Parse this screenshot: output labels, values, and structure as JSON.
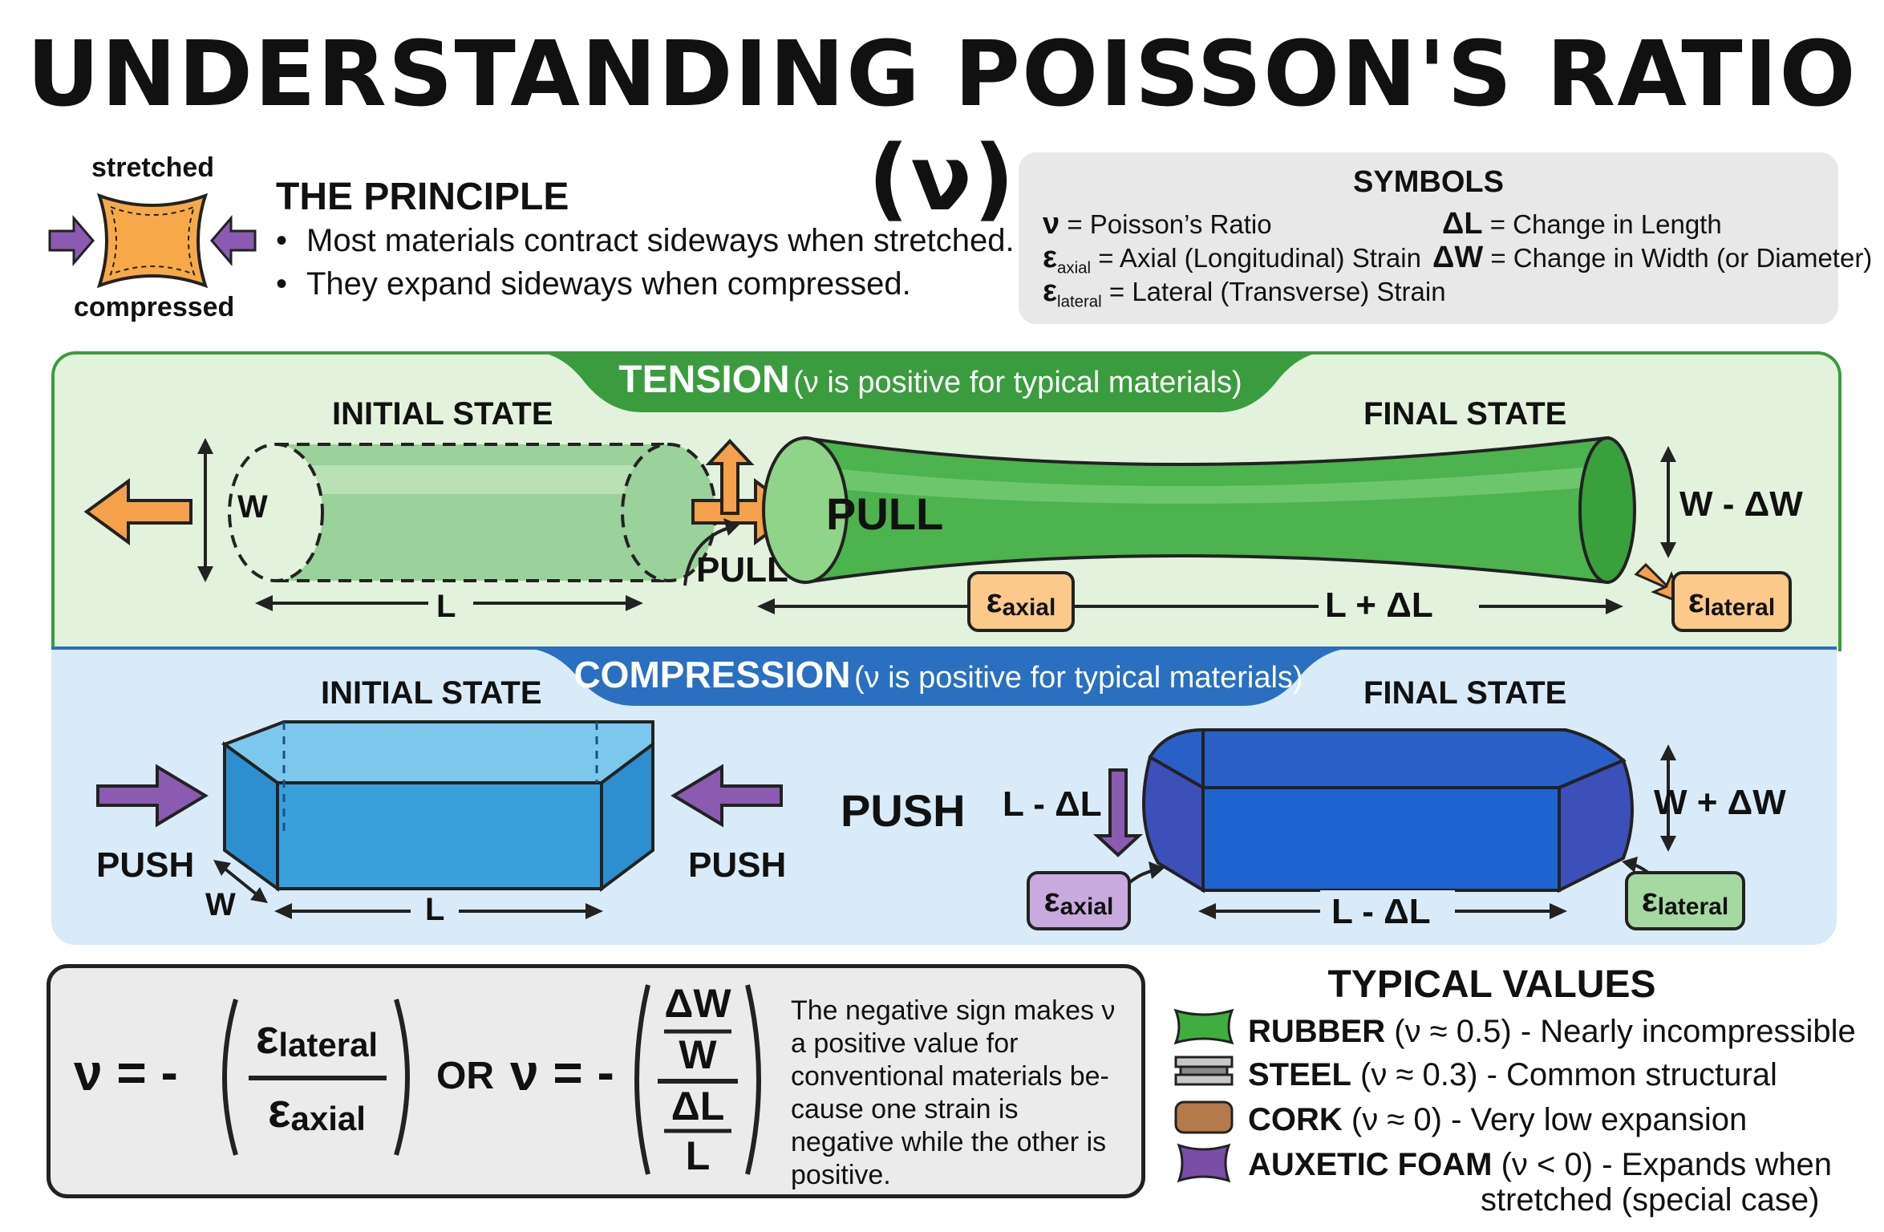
{
  "title": "UNDERSTANDING POISSON'S RATIO (ν)",
  "principle": {
    "icon_top_label": "stretched",
    "icon_bottom_label": "compressed",
    "heading": "THE PRINCIPLE",
    "bullets": [
      "Most materials contract sideways when stretched.",
      "They expand sideways when compressed."
    ]
  },
  "symbols": {
    "title": "SYMBOLS",
    "items": [
      {
        "symbol": "ν",
        "sub": "",
        "desc": "= Poisson’s Ratio"
      },
      {
        "symbol": "ε",
        "sub": "axial",
        "desc": "= Axial (Longitudinal) Strain"
      },
      {
        "symbol": "ε",
        "sub": "lateral",
        "desc": "= Lateral (Transverse) Strain"
      },
      {
        "symbol": "ΔL",
        "sub": "",
        "desc": "= Change in Length"
      },
      {
        "symbol": "ΔW",
        "sub": "",
        "desc": "= Change in Width (or Diameter)"
      }
    ]
  },
  "tension": {
    "banner_bold": "TENSION",
    "banner_rest": "(ν is positive for typical materials)",
    "initial_label": "INITIAL STATE",
    "final_label": "FINAL STATE",
    "w_label": "W",
    "l_label": "L",
    "pull_small": "PULL",
    "pull_big": "PULL",
    "final_width_label": "W - ΔW",
    "final_length_label": "L + ΔL",
    "axial_tag_main": "ε",
    "axial_tag_sub": "axial",
    "lateral_tag_main": "ε",
    "lateral_tag_sub": "lateral",
    "colors": {
      "panel": "#e3f2dc",
      "border": "#3a9c3e",
      "arrow": "#f5a04a",
      "tube": "#4cb34e"
    }
  },
  "compression": {
    "banner_bold": "COMPRESSION",
    "banner_rest": "(ν is positive for typical materials)",
    "initial_label": "INITIAL STATE",
    "final_label": "FINAL STATE",
    "push_left": "PUSH",
    "push_right": "PUSH",
    "push_big": "PUSH",
    "w_label": "W",
    "l_label": "L",
    "final_length_label": "L - ΔL",
    "final_length_arrow_label": "L - ΔL",
    "final_width_label": "W + ΔW",
    "axial_tag_main": "ε",
    "axial_tag_sub": "axial",
    "lateral_tag_main": "ε",
    "lateral_tag_sub": "lateral",
    "colors": {
      "panel": "#d9ebf8",
      "border": "#2a6fc0",
      "arrow": "#8a5bb0",
      "box": "#3aa0dc",
      "final_box": "#2a5fc8"
    }
  },
  "formula": {
    "lhs": "ν = -",
    "num_main": "ε",
    "num_sub": "lateral",
    "den_main": "ε",
    "den_sub": "axial",
    "or": "OR",
    "lhs2": "ν = -",
    "dw": "ΔW",
    "w": "W",
    "dl": "ΔL",
    "l": "L",
    "explanation": "The negative sign makes ν a positive value for conventional materials be-cause one strain is negative while the other is positive."
  },
  "typical_values": {
    "title": "TYPICAL VALUES",
    "items": [
      {
        "name": "RUBBER",
        "value": "(ν ≈ 0.5)",
        "desc": "- Nearly incompressible",
        "color": "#3fae3f"
      },
      {
        "name": "STEEL",
        "value": "(ν ≈ 0.3)",
        "desc": "- Common structural",
        "color": "#a8a8a8"
      },
      {
        "name": "CORK",
        "value": "(ν ≈ 0)",
        "desc": "- Very low expansion",
        "color": "#b47a4a"
      },
      {
        "name": "AUXETIC FOAM",
        "value": "(ν < 0)",
        "desc": "- Expands when",
        "color": "#7a4ea6"
      }
    ],
    "last_line": "stretched (special case)"
  }
}
